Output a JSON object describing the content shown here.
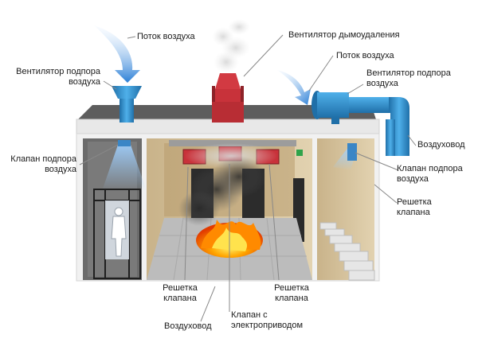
{
  "labels": {
    "airflow_top_left": "Поток воздуха",
    "smoke_fan": "Вентилятор дымоудаления",
    "airflow_top_right": "Поток воздуха",
    "supply_fan_left": "Вентилятор подпора\nвоздуха",
    "supply_fan_right": "Вентилятор подпора\nвоздуха",
    "supply_valve_left": "Клапан подпора\nвоздуха",
    "duct_right": "Воздуховод",
    "supply_valve_right": "Клапан подпора\nвоздуха",
    "grille_right": "Решетка\nклапана",
    "grille_bottom_left": "Решетка\nклапана",
    "grille_bottom_right": "Решетка\nклапана",
    "duct_bottom": "Воздуховод",
    "motor_valve": "Клапан с\nэлектроприводом"
  },
  "colors": {
    "fan_blue": "#2f8fce",
    "smoke_fan_red": "#c8323a",
    "roof": "#5a5a5a",
    "wall_beige": "#d9c6a0",
    "floor_grey": "#c9c9c9",
    "fire": "#ff7a00"
  },
  "icons": [
    "fan-icon",
    "smoke-icon",
    "fire-icon",
    "duct-icon",
    "airflow-arrow-icon",
    "person-icon",
    "stairs-icon"
  ]
}
